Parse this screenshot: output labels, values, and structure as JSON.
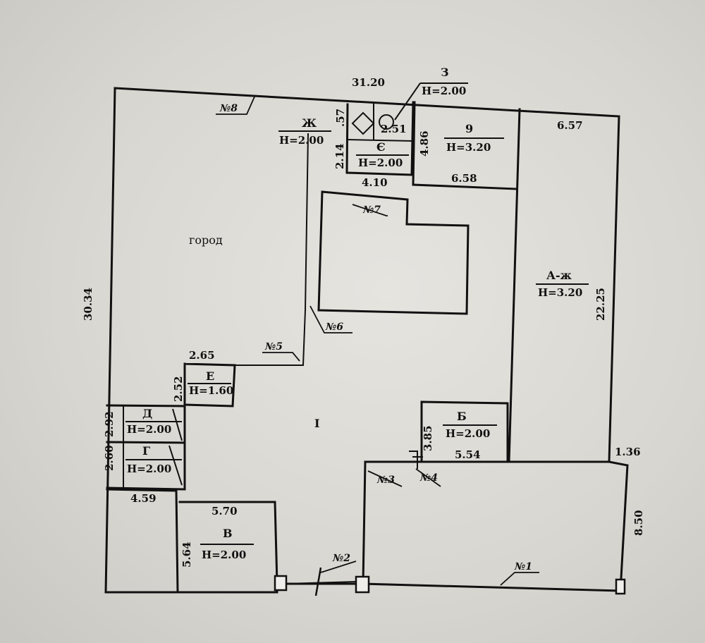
{
  "plan": {
    "dims": {
      "top_total": "31.20",
      "left_total": "30.34",
      "right_a": "22.25",
      "top_a": "6.57",
      "z_width": "6.58",
      "z_height": "4.86",
      "e_width": "4.10",
      "e_height": "2.14",
      "zh_small": ".57",
      "small_w": "2.51",
      "ye_width": "2.65",
      "ye_height": "2.52",
      "d_height": "2.92",
      "g_height": "2.60",
      "left_bottom_w": "4.59",
      "v_width": "5.70",
      "v_height": "5.64",
      "b_width": "5.54",
      "b_height": "3.85",
      "ext_width": "1.36",
      "ext_height": "8.50"
    },
    "rooms": {
      "z": {
        "name": "З",
        "h": "H=2.00"
      },
      "zh": {
        "name": "Ж",
        "h": "H=2.00"
      },
      "e": {
        "name": "Є",
        "h": "H=2.00"
      },
      "room9": {
        "name": "9",
        "h": "H=3.20"
      },
      "a": {
        "name": "А-ж",
        "h": "H=3.20"
      },
      "ye": {
        "name": "Е",
        "h": "H=1.60"
      },
      "d": {
        "name": "Д",
        "h": "H=2.00"
      },
      "g": {
        "name": "Г",
        "h": "H=2.00"
      },
      "v": {
        "name": "В",
        "h": "H=2.00"
      },
      "b": {
        "name": "Б",
        "h": "H=2.00"
      },
      "yard": {
        "name": "I"
      },
      "garden": {
        "name": "город"
      }
    },
    "markers": {
      "m1": "№1",
      "m2": "№2",
      "m3": "№3",
      "m4": "№4",
      "m5": "№5",
      "m6": "№6",
      "m7": "№7",
      "m8": "№8"
    }
  }
}
